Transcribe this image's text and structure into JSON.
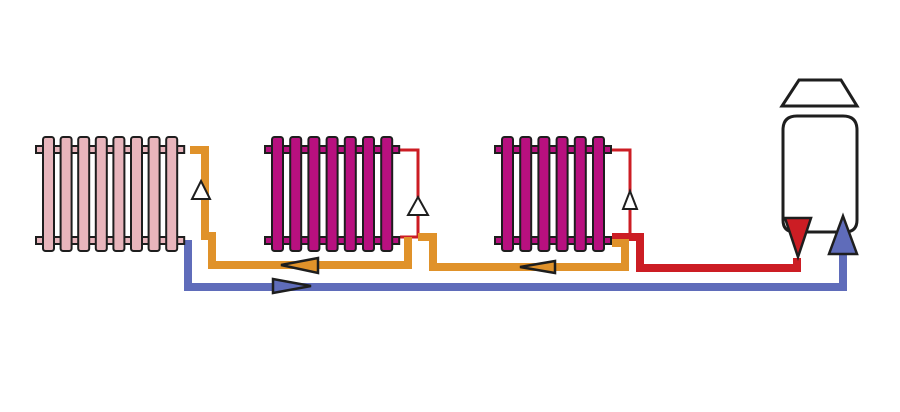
{
  "colors": {
    "background": "#ffffff",
    "outline": "#1e1e1e",
    "pipe_hot_supply": "#cc1d24",
    "pipe_intermediate": "#e0922a",
    "pipe_return": "#5f6cba",
    "radiator_left_fill": "#e8b5bc",
    "radiator_middle_fill": "#b8107f",
    "radiator_right_fill": "#b8107f"
  },
  "components": {
    "boiler": {
      "icon": "boiler-icon"
    },
    "radiators": [
      {
        "name": "radiator-left",
        "sections": 8
      },
      {
        "name": "radiator-middle",
        "sections": 7
      },
      {
        "name": "radiator-right",
        "sections": 6
      }
    ]
  },
  "flow_arrows": [
    {
      "name": "flow-arrow-boiler-outlet",
      "direction": "down",
      "pipe": "pipe_hot_supply"
    },
    {
      "name": "flow-arrow-boiler-inlet",
      "direction": "up",
      "pipe": "pipe_return"
    },
    {
      "name": "flow-arrow-right-riser",
      "direction": "up",
      "pipe": "pipe_hot_supply"
    },
    {
      "name": "flow-arrow-middle-riser",
      "direction": "up",
      "pipe": "pipe_hot_supply"
    },
    {
      "name": "flow-arrow-left-riser",
      "direction": "up",
      "pipe": "pipe_intermediate"
    },
    {
      "name": "flow-arrow-orange-main-right",
      "direction": "left",
      "pipe": "pipe_intermediate"
    },
    {
      "name": "flow-arrow-orange-main-left",
      "direction": "left",
      "pipe": "pipe_intermediate"
    },
    {
      "name": "flow-arrow-return-main",
      "direction": "right",
      "pipe": "pipe_return"
    }
  ]
}
